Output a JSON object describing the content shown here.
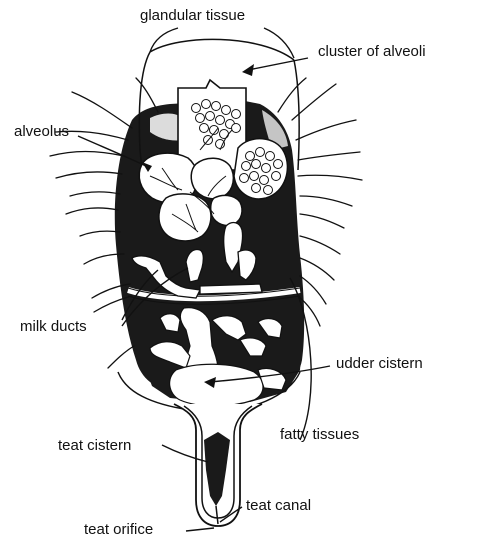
{
  "labels": {
    "glandular_tissue": "glandular tissue",
    "cluster_of_alveoli": "cluster of alveoli",
    "alveolus": "alveolus",
    "milk_ducts": "milk ducts",
    "udder_cistern": "udder cistern",
    "fatty_tissues": "fatty tissues",
    "teat_cistern": "teat cistern",
    "teat_canal": "teat canal",
    "teat_orifice": "teat orifice"
  },
  "colors": {
    "ink": "#111111",
    "tissue": "#1a1a1a",
    "paper": "#ffffff"
  }
}
